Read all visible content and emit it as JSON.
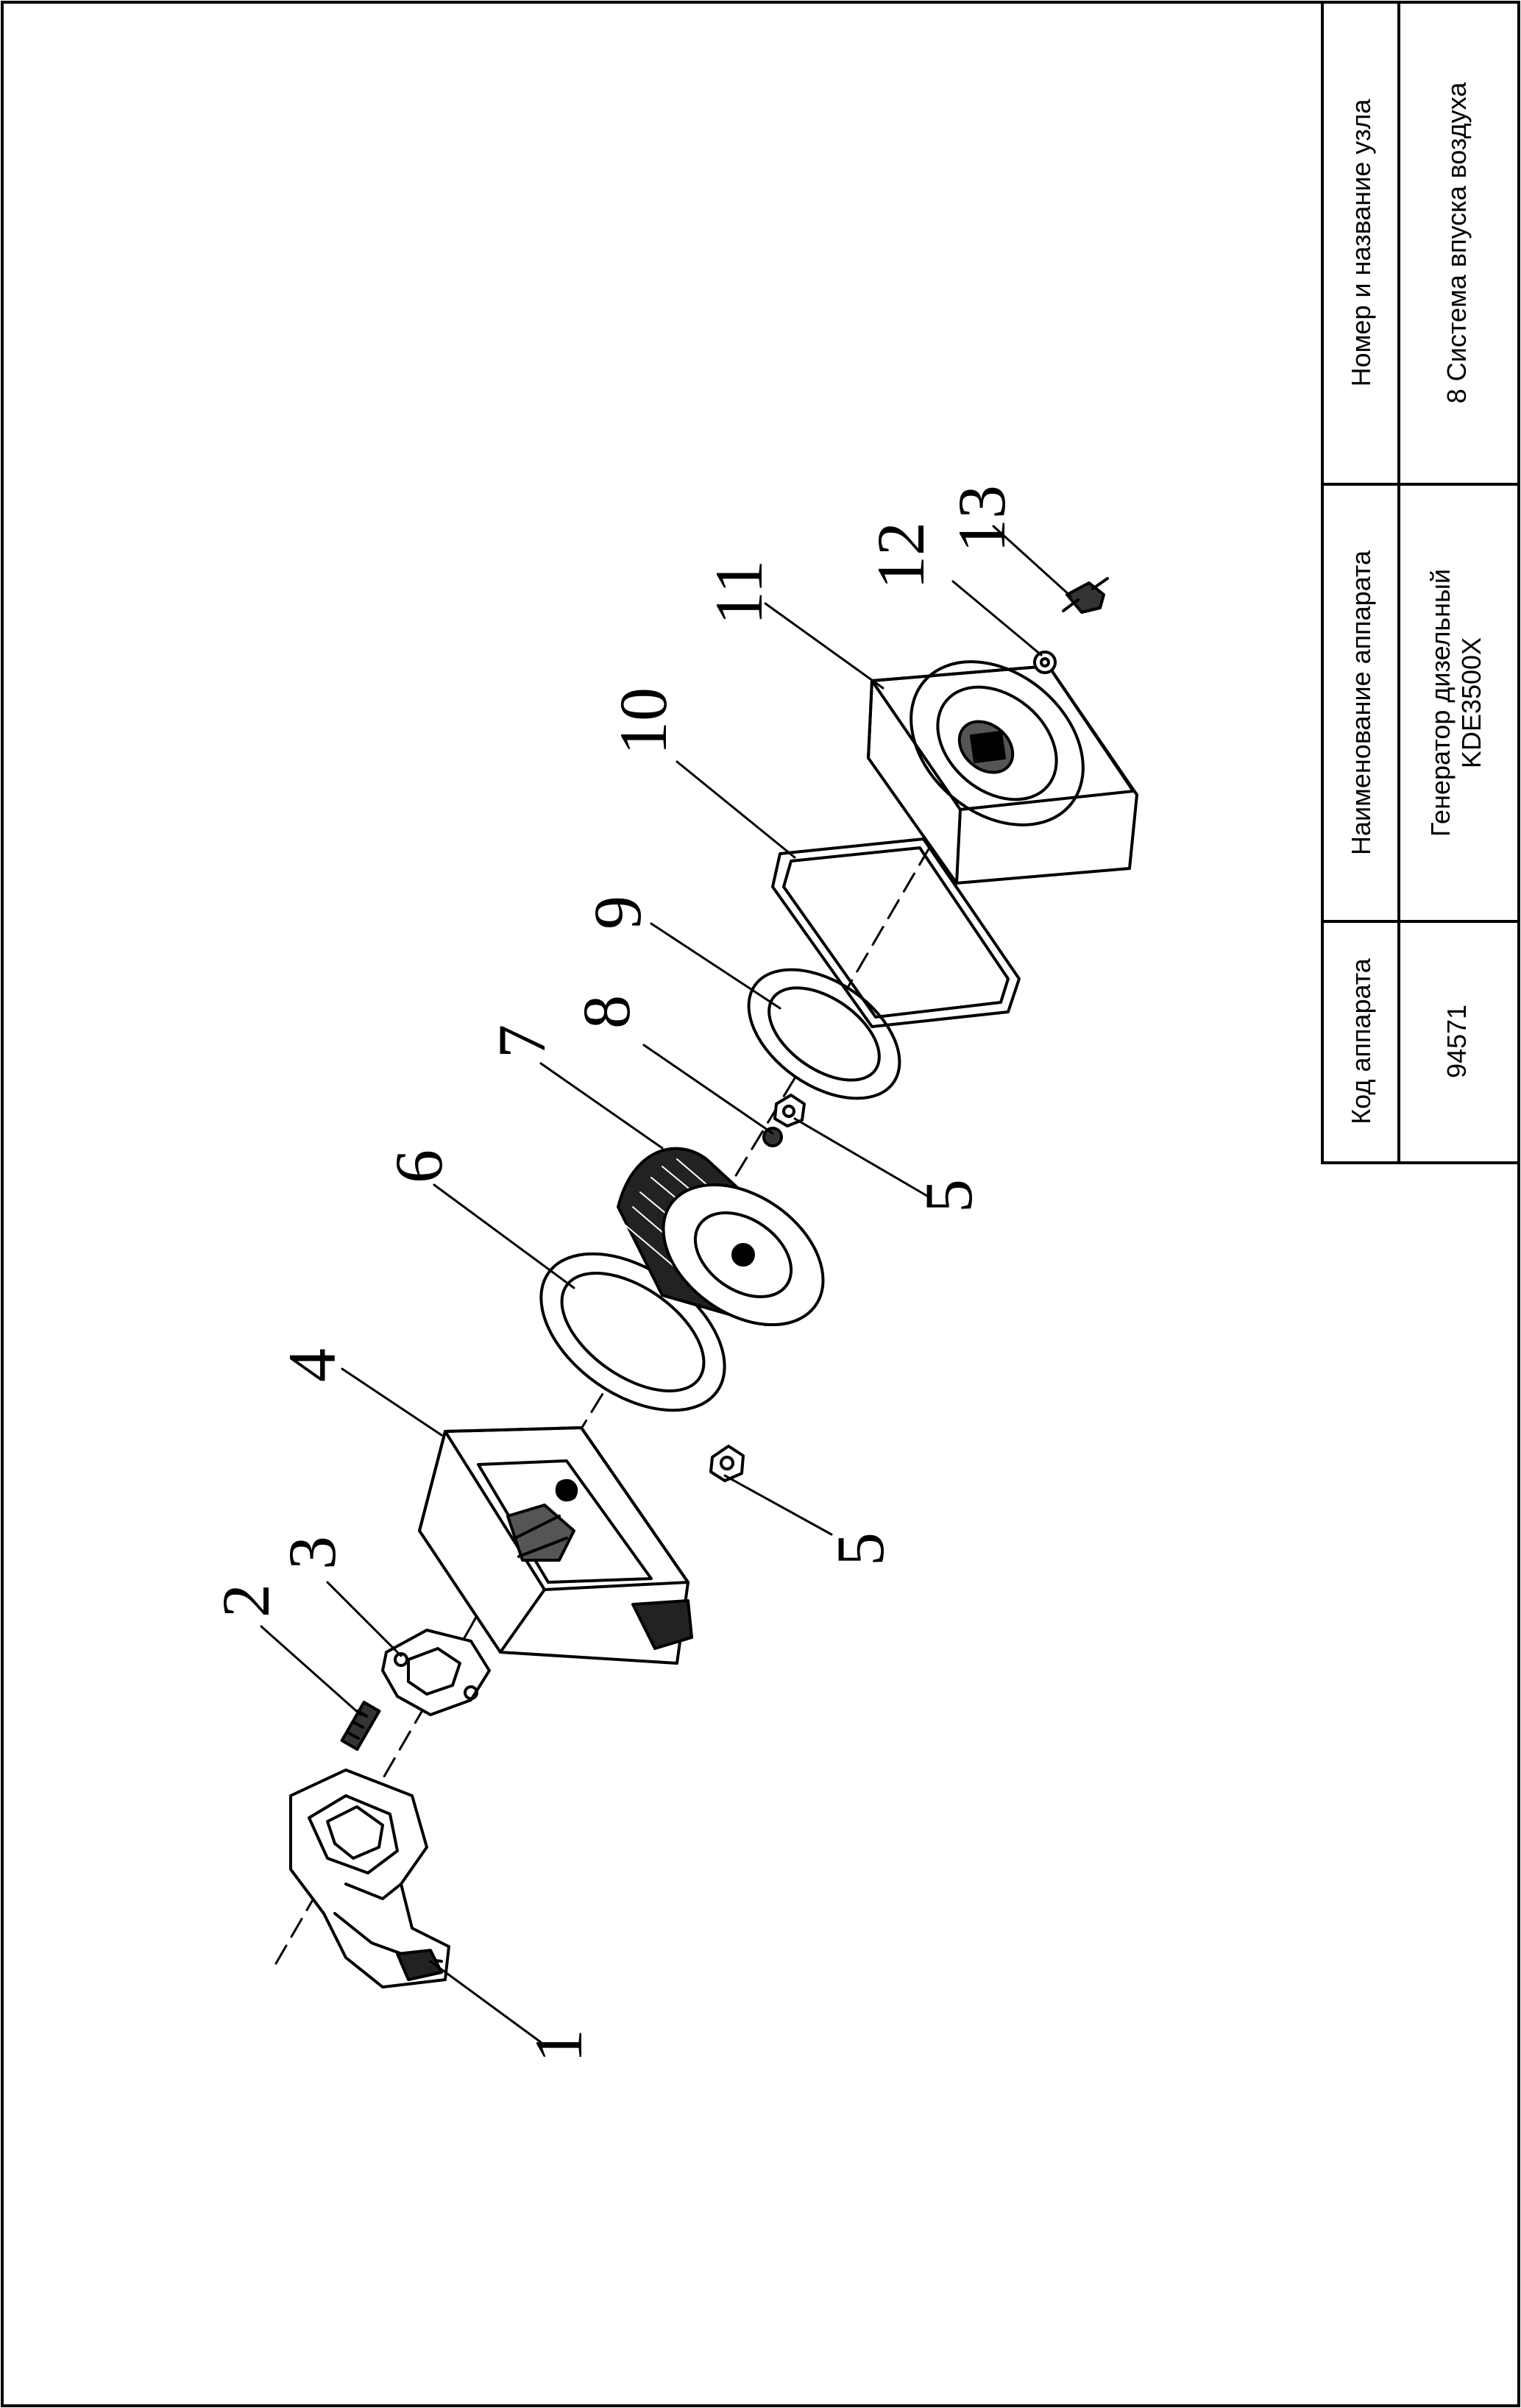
{
  "title_block": {
    "headers": [
      "Код аппарата",
      "Наименование аппарата",
      "Номер и название узла"
    ],
    "values": {
      "code": "94571",
      "device_name_line1": "Генератор дизельный",
      "device_name_line2": "KDE3500X",
      "assembly": "8 Система впуска воздуха"
    }
  },
  "diagram": {
    "callouts": [
      "1",
      "2",
      "3",
      "4",
      "5",
      "6",
      "7",
      "8",
      "5",
      "9",
      "10",
      "11",
      "12",
      "13"
    ]
  }
}
